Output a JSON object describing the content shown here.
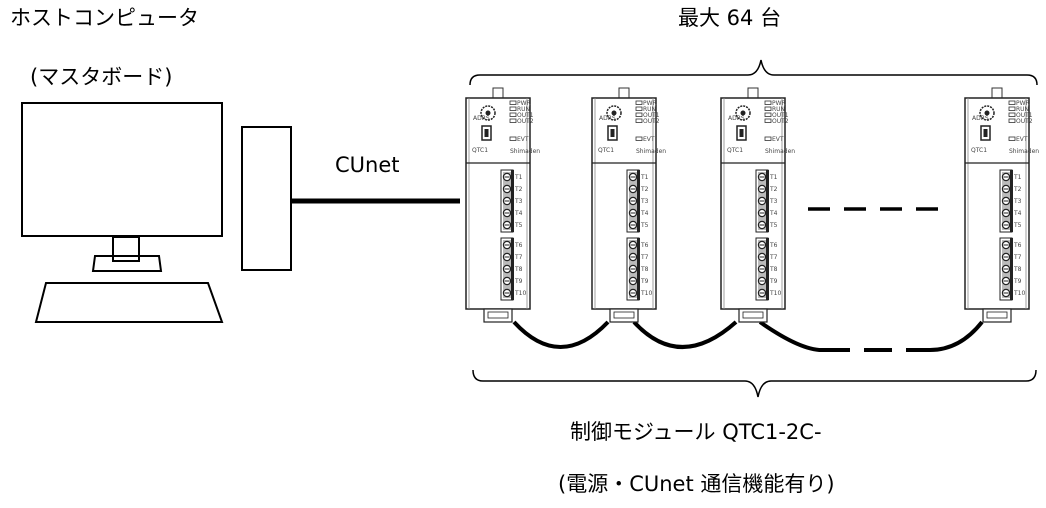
{
  "host": {
    "title": "ホストコンピュータ",
    "subtitle": "(マスタボード)"
  },
  "network": {
    "label": "CUnet"
  },
  "modules": {
    "max_label": "最大 64 台",
    "title": "制御モジュール QTC1-2C-",
    "subtitle": "(電源・CUnet 通信機能有り)",
    "unit_text": {
      "model": "QTC1",
      "adrs": "ADRS",
      "brand": "Shimaden",
      "led_labels": [
        "PWR",
        "RUN",
        "OUT1",
        "OUT2",
        "EVT"
      ],
      "terminals_top": [
        "T1",
        "T2",
        "T3",
        "T4",
        "T5"
      ],
      "terminals_bottom": [
        "T6",
        "T7",
        "T8",
        "T9",
        "T10"
      ]
    }
  }
}
